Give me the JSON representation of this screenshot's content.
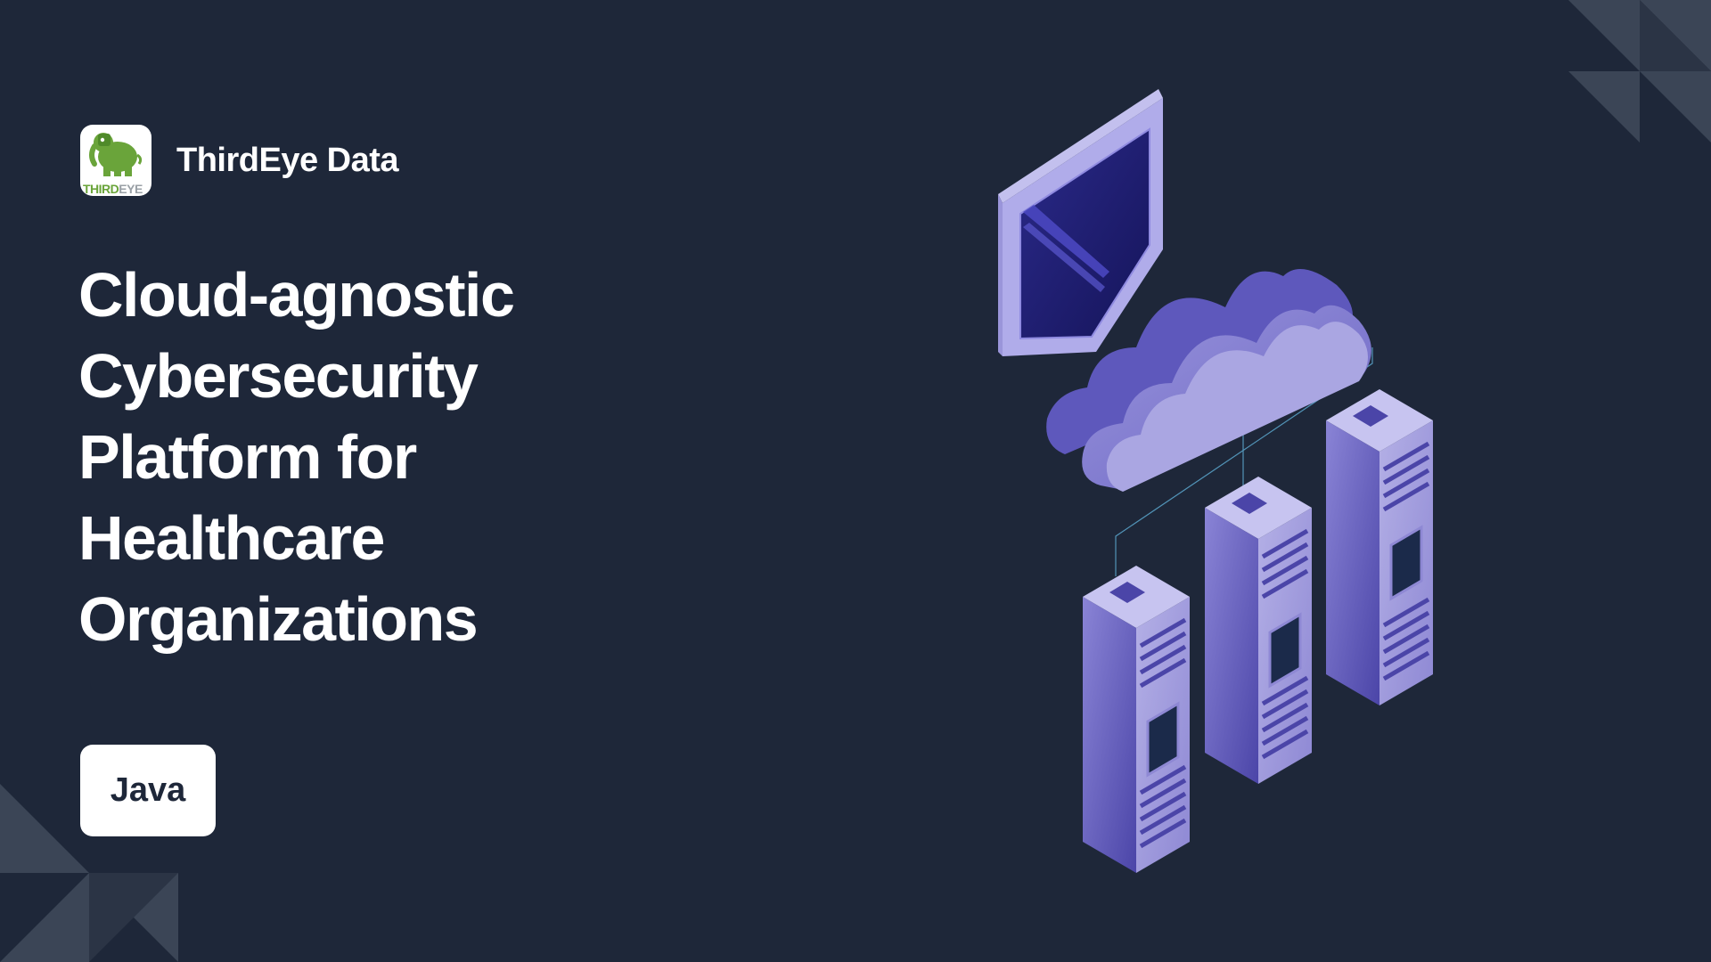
{
  "brand": {
    "name": "ThirdEye Data",
    "logo_text_green": "THIRD",
    "logo_text_gray": "EYE"
  },
  "headline": {
    "lines": [
      "Cloud-agnostic",
      "Cybersecurity",
      "Platform for",
      "Healthcare",
      "Organizations"
    ]
  },
  "tag": {
    "label": "Java"
  },
  "illustration": {
    "icons": [
      "shield-icon",
      "cloud-icon",
      "server-icon"
    ]
  },
  "colors": {
    "background": "#1e2739",
    "accent_purple": "#6a64c4",
    "logo_green": "#6aa43a"
  }
}
